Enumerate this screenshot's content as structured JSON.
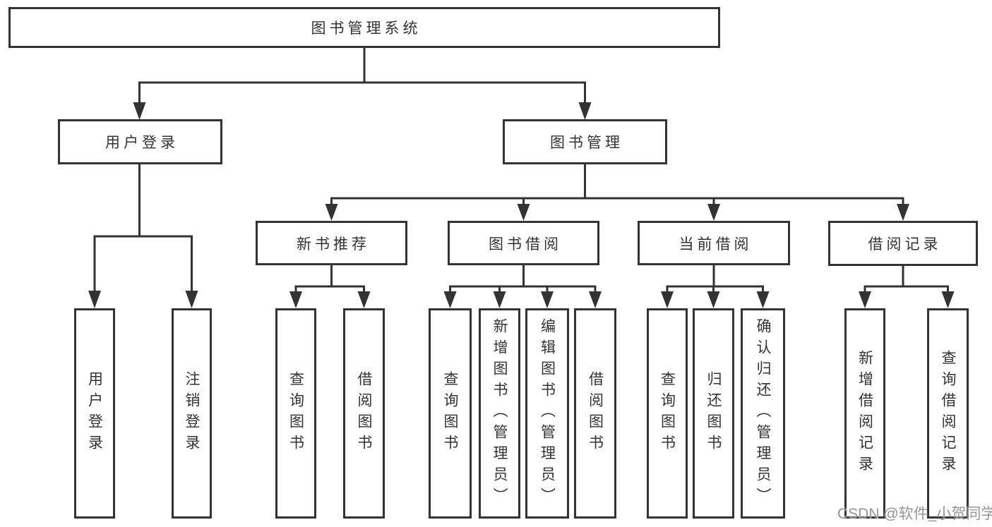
{
  "page": {
    "watermark": "CSDN @软件_小贺同学"
  },
  "colors": {
    "line": "#333333",
    "box_border": "#333333",
    "text": "#333333",
    "watermark": "#959595",
    "background": "#ffffff"
  },
  "tree": {
    "label": "图书管理系统",
    "children": [
      {
        "label": "用户登录",
        "children": [
          {
            "label": "用户登录"
          },
          {
            "label": "注销登录"
          }
        ]
      },
      {
        "label": "图书管理",
        "children": [
          {
            "label": "新书推荐",
            "children": [
              {
                "label": "查询图书"
              },
              {
                "label": "借阅图书"
              }
            ]
          },
          {
            "label": "图书借阅",
            "children": [
              {
                "label": "查询图书"
              },
              {
                "label": "新增图书（管理员）"
              },
              {
                "label": "编辑图书（管理员）"
              },
              {
                "label": "借阅图书"
              }
            ]
          },
          {
            "label": "当前借阅",
            "children": [
              {
                "label": "查询图书"
              },
              {
                "label": "归还图书"
              },
              {
                "label": "确认归还（管理员）"
              }
            ]
          },
          {
            "label": "借阅记录",
            "children": [
              {
                "label": "新增借阅记录"
              },
              {
                "label": "查询借阅记录"
              }
            ]
          }
        ]
      }
    ]
  }
}
